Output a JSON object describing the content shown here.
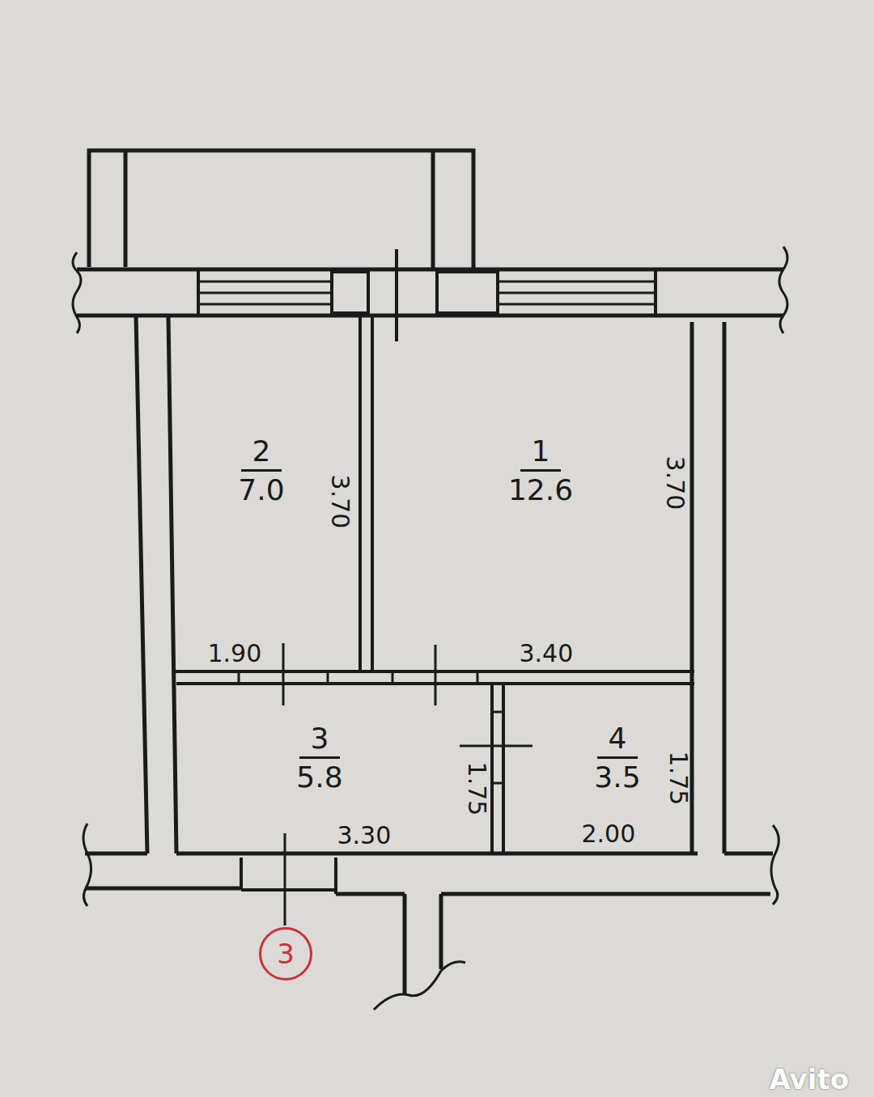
{
  "diagram": {
    "nodes": [
      {
        "text": [
          "2",
          "7.0"
        ]
      },
      {
        "text": [
          "1",
          "12.6"
        ]
      },
      {
        "text": [
          "3",
          "5.8"
        ]
      },
      {
        "text": [
          "4",
          "3.5"
        ]
      },
      {
        "text": [
          "3"
        ]
      }
    ],
    "labels": [
      "3.70",
      "3.70",
      "1.90",
      "3.40",
      "1.75",
      "3.30",
      "1.75",
      "2.00",
      "Avito"
    ]
  }
}
